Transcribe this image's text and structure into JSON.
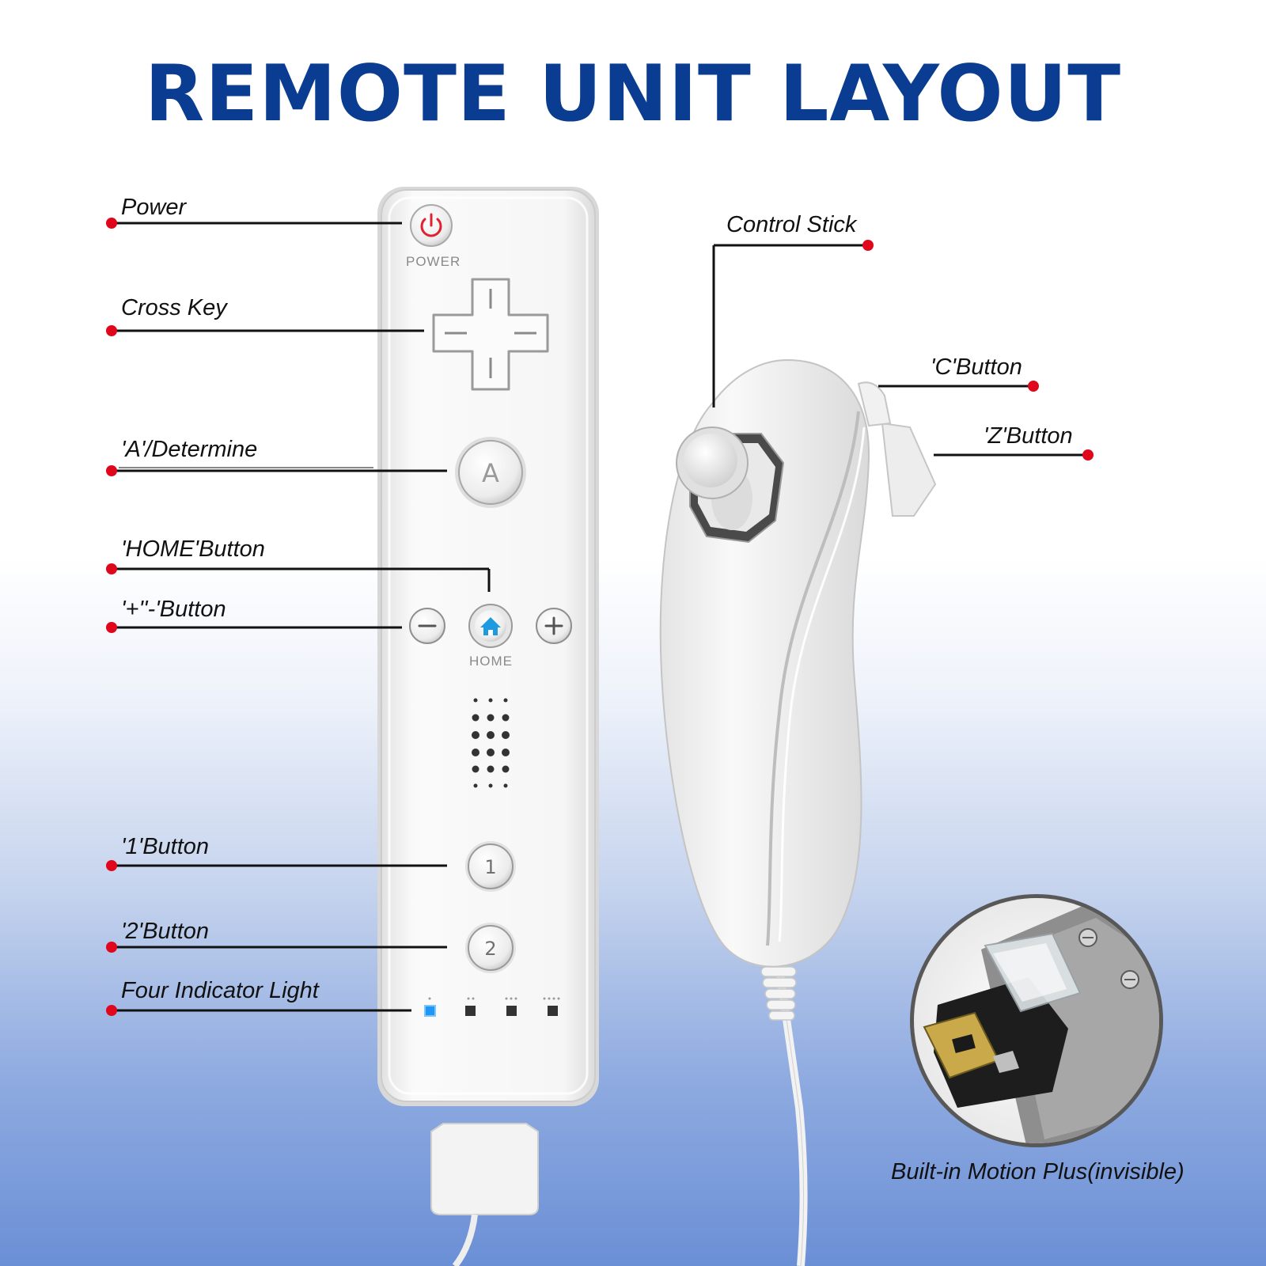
{
  "title": "REMOTE UNIT LAYOUT",
  "colors": {
    "title": "#0a3d91",
    "leader_dot": "#e0061b",
    "leader_line": "#111111",
    "body": "#f4f4f4",
    "home_icon": "#1e9be0",
    "indicator_on": "#2196f3"
  },
  "remote": {
    "power_print": "POWER",
    "a_glyph": "A",
    "minus_glyph": "−",
    "plus_glyph": "+",
    "home_print": "HOME",
    "one_glyph": "1",
    "two_glyph": "2"
  },
  "labels": {
    "power": "Power",
    "cross_key": "Cross Key",
    "a_button": "'A'/Determine",
    "home_button": "'HOME'Button",
    "plus_minus": "'+''-'Button",
    "one_button": "'1'Button",
    "two_button": "'2'Button",
    "indicator": "Four Indicator Light",
    "control_stick": "Control Stick",
    "c_button": "'C'Button",
    "z_button": "'Z'Button",
    "motion_plus": "Built-in Motion Plus(invisible)"
  },
  "icons": {
    "power": "power-icon",
    "home": "home-icon"
  }
}
